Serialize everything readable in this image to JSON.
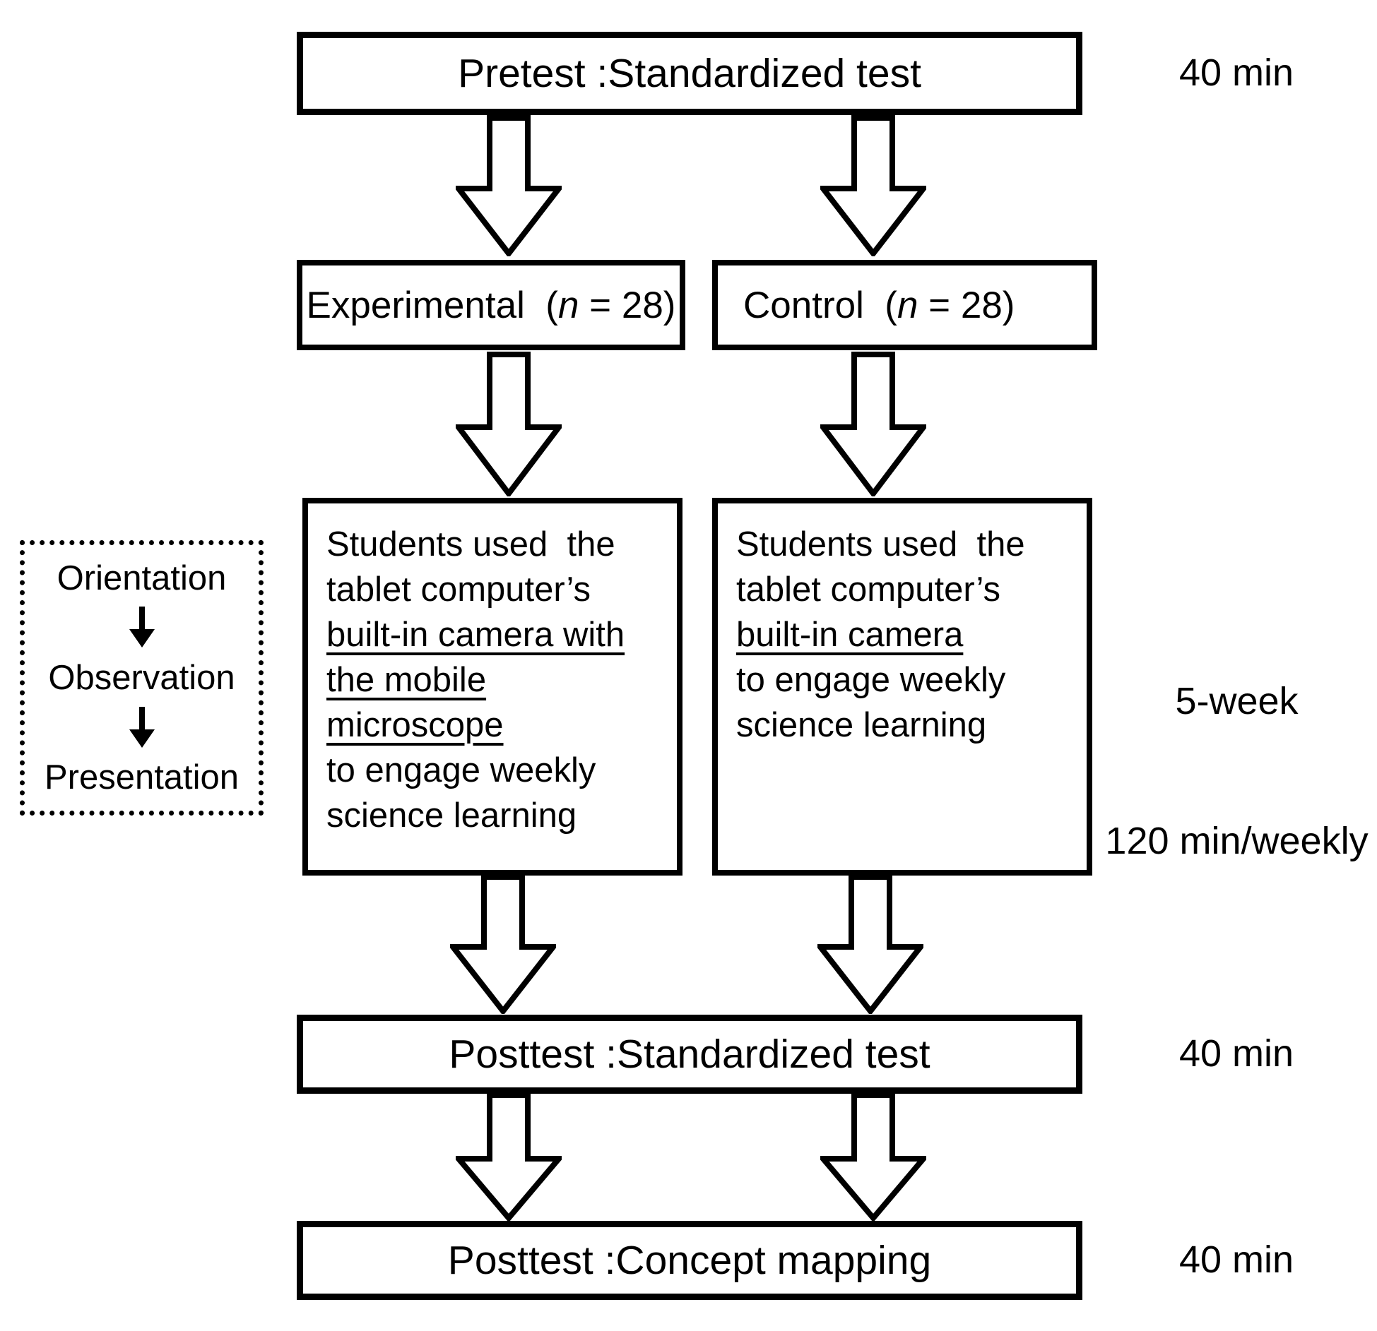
{
  "pretest": {
    "label": "Pretest :Standardized test",
    "duration": "40 min"
  },
  "groups": {
    "experimental": {
      "prefix": "Experimental  (",
      "n": "n",
      "suffix": " = 28)"
    },
    "control": {
      "prefix": "Control  (",
      "n": "n",
      "suffix": " = 28)"
    }
  },
  "process": {
    "experimental_lines": [
      "Students used  the",
      "tablet computer’s",
      "built-in camera with",
      "the mobile",
      "microscope",
      "to engage weekly",
      "science learning"
    ],
    "control_lines": [
      "Students used  the",
      "tablet computer’s",
      "built-in camera",
      "to engage weekly",
      "science learning"
    ],
    "duration_line1": "5-week",
    "duration_line2": "120 min/weekly"
  },
  "phases": {
    "items": [
      "Orientation",
      "Observation",
      "Presentation"
    ],
    "arrow_icon": "down-arrow"
  },
  "posttest_standardized": {
    "label": "Posttest :Standardized test",
    "duration": "40 min"
  },
  "posttest_concept": {
    "label": "Posttest :Concept mapping",
    "duration": "40 min"
  }
}
